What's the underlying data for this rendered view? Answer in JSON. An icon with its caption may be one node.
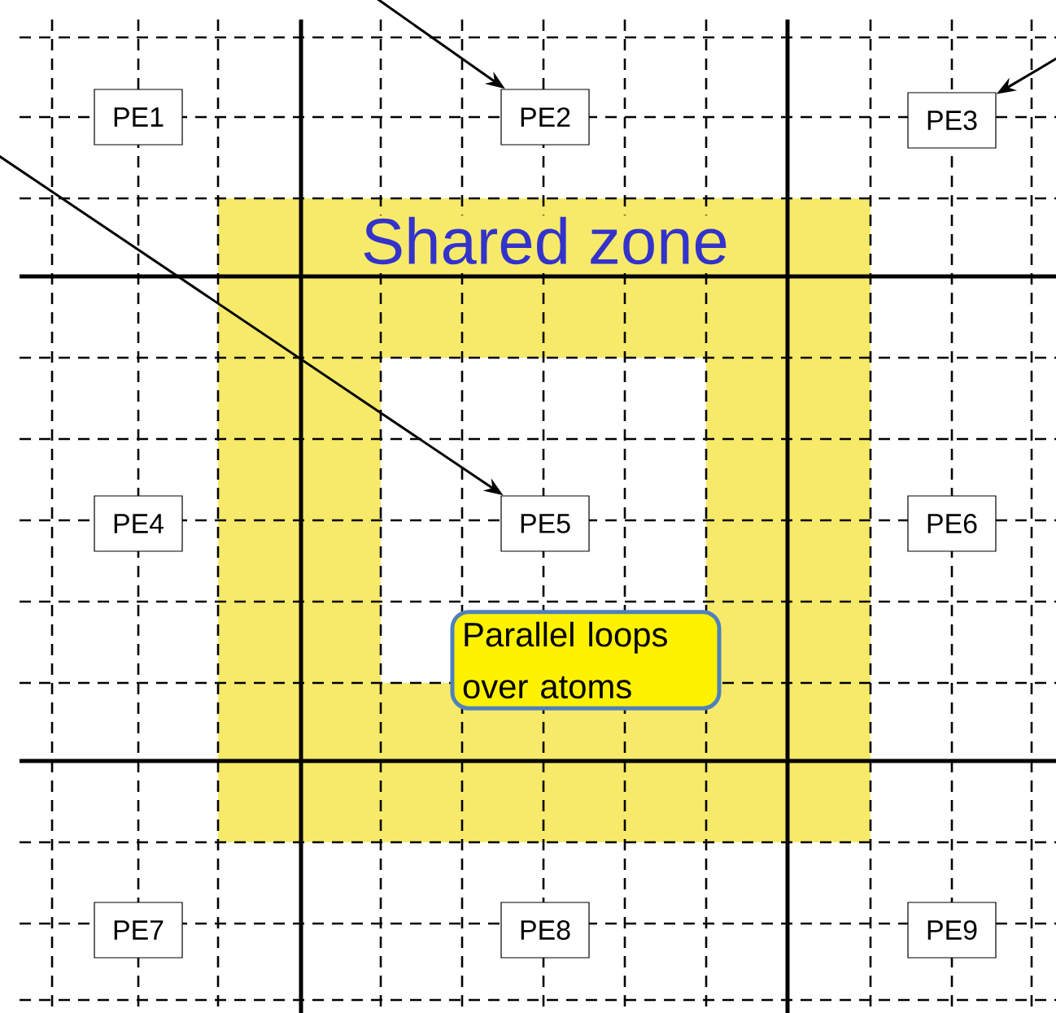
{
  "diagram": {
    "nodes": [
      {
        "text": [
          "PE1"
        ]
      },
      {
        "text": [
          "PE2"
        ]
      },
      {
        "text": [
          "PE3"
        ]
      },
      {
        "text": [
          "Shared zone"
        ]
      },
      {
        "text": [
          "PE4"
        ]
      },
      {
        "text": [
          "PE5"
        ]
      },
      {
        "text": [
          "PE6"
        ]
      },
      {
        "text": [
          "Parallel loops over atoms"
        ]
      },
      {
        "text": [
          "PE7"
        ]
      },
      {
        "text": [
          "PE8"
        ]
      },
      {
        "text": [
          "PE9"
        ]
      }
    ],
    "edges": [
      {
        "from": null,
        "to": 1,
        "arrow": "to"
      },
      {
        "from": null,
        "to": 5,
        "arrow": "to"
      },
      {
        "from": null,
        "to": 2,
        "arrow": "to"
      }
    ]
  }
}
